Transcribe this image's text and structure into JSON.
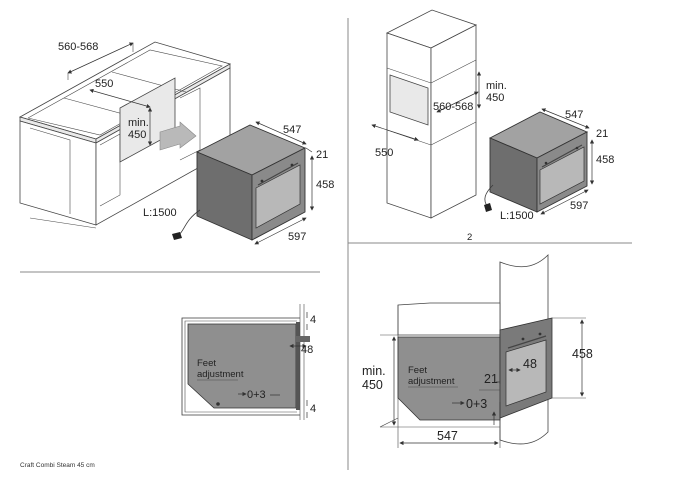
{
  "panel1": {
    "dim_width_cab": "560-568",
    "dim_depth_cab": "550",
    "dim_min": "min.",
    "dim_min_val": "450",
    "dim_depth_oven": "547",
    "dim_front": "21",
    "dim_height": "458",
    "dim_width_oven": "597",
    "dim_cable": "L:1500"
  },
  "panel2": {
    "dim_min": "min.",
    "dim_min_val": "450",
    "dim_width_cab": "560-568",
    "dim_depth_cab": "550",
    "dim_depth_oven": "547",
    "dim_front": "21",
    "dim_height": "458",
    "dim_width_oven": "597",
    "dim_cable": "L:1500",
    "page_number": "2"
  },
  "panel3": {
    "feet_label_1": "Feet",
    "feet_label_2": "adjustment",
    "dim_feet": "0+3",
    "dim_top_gap": "4",
    "dim_side": "48",
    "dim_bottom_gap": "4"
  },
  "panel4": {
    "dim_height": "458",
    "dim_side": "48",
    "dim_min": "min.",
    "dim_min_val": "450",
    "feet_label_1": "Feet",
    "feet_label_2": "adjustment",
    "dim_front": "21",
    "dim_feet": "0+3",
    "dim_depth": "547"
  },
  "footer": {
    "model": "Craft Combi Steam 45 cm"
  }
}
